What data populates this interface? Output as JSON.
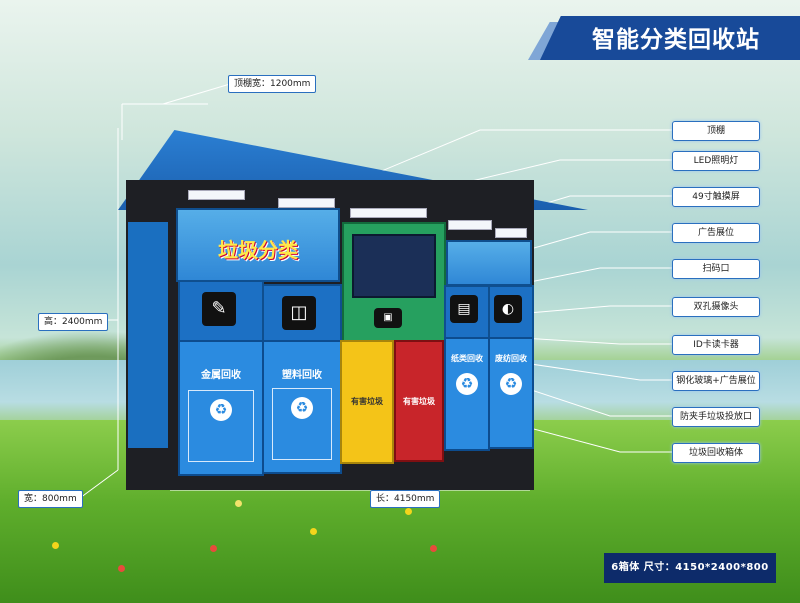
{
  "title": "智能分类回收站",
  "callouts": [
    "顶棚",
    "LED照明灯",
    "49寸触摸屏",
    "广告展位",
    "扫码口",
    "双孔摄像头",
    "ID卡读卡器",
    "钢化玻璃+广告展位",
    "防夹手垃圾投放口",
    "垃圾回收箱体"
  ],
  "dimensions": {
    "roof_width": "顶棚宽：1200mm",
    "height": "高：2400mm",
    "width": "宽：800mm",
    "length": "长：4150mm"
  },
  "kiosk": {
    "ad_banner": "垃圾分类",
    "bins": [
      {
        "label": "金属回收"
      },
      {
        "label": "塑料回收"
      },
      {
        "label": "纸类回收"
      },
      {
        "label": "废纺回收"
      }
    ],
    "center_bins": [
      {
        "label": "有害垃圾"
      },
      {
        "label": "有害垃圾"
      }
    ]
  },
  "footer": "6箱体  尺寸：4150*2400*800",
  "colors": {
    "brand_blue": "#184a99",
    "bin_blue": "#2b8be0",
    "yellow": "#f4c418",
    "red": "#c8252a",
    "green": "#26a05f"
  }
}
